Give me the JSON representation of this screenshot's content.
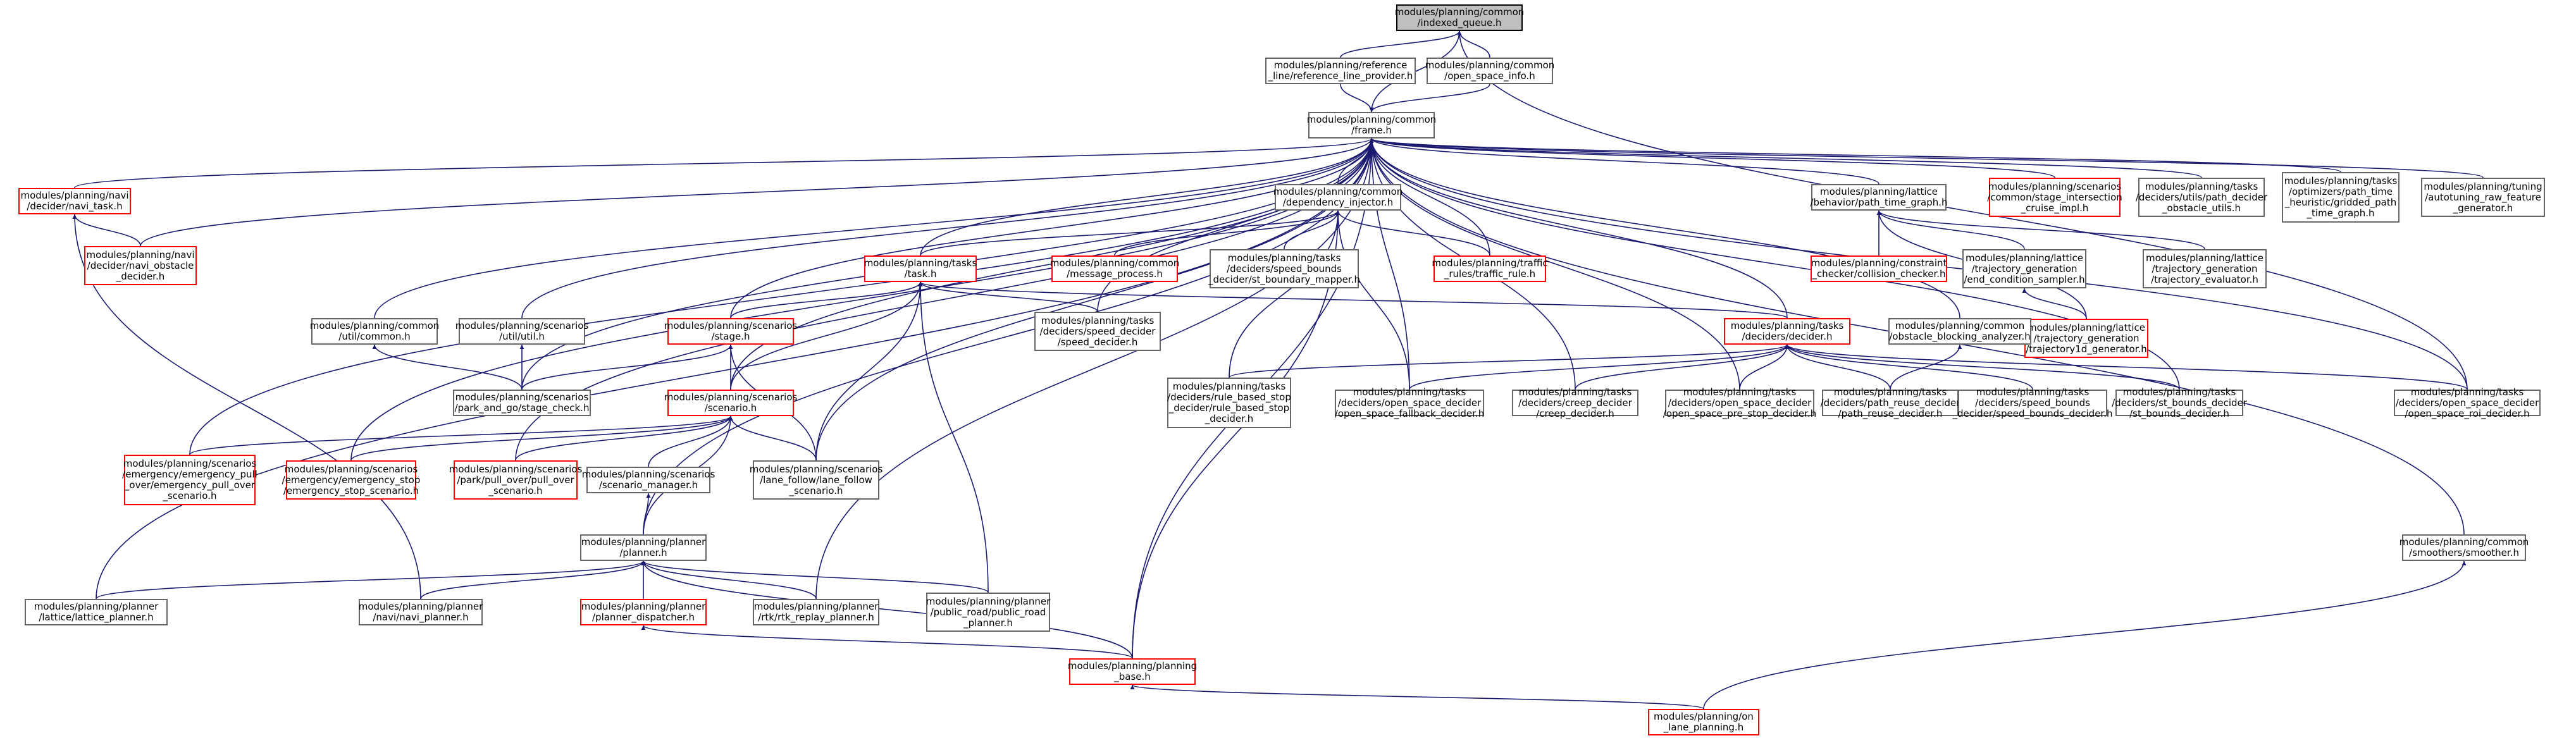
{
  "graph": {
    "edge_color": "#191970",
    "root_fill": "#bfbfbf",
    "highlight_border": "#ff0000",
    "default_border": "#666666",
    "nodes": [
      {
        "id": "indexed_queue",
        "label": "modules/planning/common\n/indexed_queue.h",
        "highlight": false,
        "root": true
      },
      {
        "id": "ref_line_provider",
        "label": "modules/planning/reference\n_line/reference_line_provider.h",
        "highlight": false
      },
      {
        "id": "open_space_info",
        "label": "modules/planning/common\n/open_space_info.h",
        "highlight": false
      },
      {
        "id": "frame",
        "label": "modules/planning/common\n/frame.h",
        "highlight": false
      },
      {
        "id": "navi_task",
        "label": "modules/planning/navi\n/decider/navi_task.h",
        "highlight": true
      },
      {
        "id": "navi_obstacle_decider",
        "label": "modules/planning/navi\n/decider/navi_obstacle\n_decider.h",
        "highlight": true
      },
      {
        "id": "dependency_injector",
        "label": "modules/planning/common\n/dependency_injector.h",
        "highlight": false
      },
      {
        "id": "path_time_graph",
        "label": "modules/planning/lattice\n/behavior/path_time_graph.h",
        "highlight": false
      },
      {
        "id": "stage_intersection_cruise",
        "label": "modules/planning/scenarios\n/common/stage_intersection\n_cruise_impl.h",
        "highlight": true
      },
      {
        "id": "path_decider_obstacle_utils",
        "label": "modules/planning/tasks\n/deciders/utils/path_decider\n_obstacle_utils.h",
        "highlight": false
      },
      {
        "id": "gridded_path_time_graph",
        "label": "modules/planning/tasks\n/optimizers/path_time\n_heuristic/gridded_path\n_time_graph.h",
        "highlight": false
      },
      {
        "id": "autotuning_raw_feature",
        "label": "modules/planning/tuning\n/autotuning_raw_feature\n_generator.h",
        "highlight": false
      },
      {
        "id": "task",
        "label": "modules/planning/tasks\n/task.h",
        "highlight": true
      },
      {
        "id": "message_process",
        "label": "modules/planning/common\n/message_process.h",
        "highlight": true
      },
      {
        "id": "st_boundary_mapper",
        "label": "modules/planning/tasks\n/deciders/speed_bounds\n_decider/st_boundary_mapper.h",
        "highlight": false
      },
      {
        "id": "traffic_rule",
        "label": "modules/planning/traffic\n_rules/traffic_rule.h",
        "highlight": true
      },
      {
        "id": "collision_checker",
        "label": "modules/planning/constraint\n_checker/collision_checker.h",
        "highlight": true
      },
      {
        "id": "end_condition_sampler",
        "label": "modules/planning/lattice\n/trajectory_generation\n/end_condition_sampler.h",
        "highlight": false
      },
      {
        "id": "trajectory_evaluator",
        "label": "modules/planning/lattice\n/trajectory_generation\n/trajectory_evaluator.h",
        "highlight": false
      },
      {
        "id": "trajectory1d_generator",
        "label": "modules/planning/lattice\n/trajectory_generation\n/trajectory1d_generator.h",
        "highlight": true
      },
      {
        "id": "common_util",
        "label": "modules/planning/common\n/util/common.h",
        "highlight": false
      },
      {
        "id": "scenarios_util",
        "label": "modules/planning/scenarios\n/util/util.h",
        "highlight": false
      },
      {
        "id": "stage",
        "label": "modules/planning/scenarios\n/stage.h",
        "highlight": true
      },
      {
        "id": "speed_decider",
        "label": "modules/planning/tasks\n/deciders/speed_decider\n/speed_decider.h",
        "highlight": false
      },
      {
        "id": "decider",
        "label": "modules/planning/tasks\n/deciders/decider.h",
        "highlight": true
      },
      {
        "id": "obstacle_blocking_analyzer",
        "label": "modules/planning/common\n/obstacle_blocking_analyzer.h",
        "highlight": false
      },
      {
        "id": "park_and_go_stage_check",
        "label": "modules/planning/scenarios\n/park_and_go/stage_check.h",
        "highlight": false
      },
      {
        "id": "scenario",
        "label": "modules/planning/scenarios\n/scenario.h",
        "highlight": true
      },
      {
        "id": "rule_based_stop_decider",
        "label": "modules/planning/tasks\n/deciders/rule_based_stop\n_decider/rule_based_stop\n_decider.h",
        "highlight": false
      },
      {
        "id": "open_space_fallback_decider",
        "label": "modules/planning/tasks\n/deciders/open_space_decider\n/open_space_fallback_decider.h",
        "highlight": false
      },
      {
        "id": "creep_decider",
        "label": "modules/planning/tasks\n/deciders/creep_decider\n/creep_decider.h",
        "highlight": false
      },
      {
        "id": "open_space_pre_stop_decider",
        "label": "modules/planning/tasks\n/deciders/open_space_decider\n/open_space_pre_stop_decider.h",
        "highlight": false
      },
      {
        "id": "path_reuse_decider",
        "label": "modules/planning/tasks\n/deciders/path_reuse_decider\n/path_reuse_decider.h",
        "highlight": false
      },
      {
        "id": "speed_bounds_decider",
        "label": "modules/planning/tasks\n/deciders/speed_bounds\n_decider/speed_bounds_decider.h",
        "highlight": false
      },
      {
        "id": "st_bounds_decider",
        "label": "modules/planning/tasks\n/deciders/st_bounds_decider\n/st_bounds_decider.h",
        "highlight": false
      },
      {
        "id": "open_space_roi_decider",
        "label": "modules/planning/tasks\n/deciders/open_space_decider\n/open_space_roi_decider.h",
        "highlight": false
      },
      {
        "id": "emergency_pull_over_scenario",
        "label": "modules/planning/scenarios\n/emergency/emergency_pull\n_over/emergency_pull_over\n_scenario.h",
        "highlight": true
      },
      {
        "id": "emergency_stop_scenario",
        "label": "modules/planning/scenarios\n/emergency/emergency_stop\n/emergency_stop_scenario.h",
        "highlight": true
      },
      {
        "id": "pull_over_scenario",
        "label": "modules/planning/scenarios\n/park/pull_over/pull_over\n_scenario.h",
        "highlight": true
      },
      {
        "id": "scenario_manager",
        "label": "modules/planning/scenarios\n/scenario_manager.h",
        "highlight": false
      },
      {
        "id": "lane_follow_scenario",
        "label": "modules/planning/scenarios\n/lane_follow/lane_follow\n_scenario.h",
        "highlight": false
      },
      {
        "id": "smoother",
        "label": "modules/planning/common\n/smoothers/smoother.h",
        "highlight": false
      },
      {
        "id": "planner",
        "label": "modules/planning/planner\n/planner.h",
        "highlight": false
      },
      {
        "id": "lattice_planner",
        "label": "modules/planning/planner\n/lattice/lattice_planner.h",
        "highlight": false
      },
      {
        "id": "navi_planner",
        "label": "modules/planning/planner\n/navi/navi_planner.h",
        "highlight": false
      },
      {
        "id": "planner_dispatcher",
        "label": "modules/planning/planner\n/planner_dispatcher.h",
        "highlight": true
      },
      {
        "id": "rtk_replay_planner",
        "label": "modules/planning/planner\n/rtk/rtk_replay_planner.h",
        "highlight": false
      },
      {
        "id": "public_road_planner",
        "label": "modules/planning/planner\n/public_road/public_road\n_planner.h",
        "highlight": false
      },
      {
        "id": "planning_base",
        "label": "modules/planning/planning\n_base.h",
        "highlight": true
      },
      {
        "id": "on_lane_planning",
        "label": "modules/planning/on\n_lane_planning.h",
        "highlight": true
      }
    ],
    "edges": [
      [
        "ref_line_provider",
        "indexed_queue"
      ],
      [
        "open_space_info",
        "indexed_queue"
      ],
      [
        "frame",
        "indexed_queue"
      ],
      [
        "open_space_roi_decider",
        "indexed_queue"
      ],
      [
        "ref_line_provider",
        "frame"
      ],
      [
        "open_space_info",
        "frame"
      ],
      [
        "navi_task",
        "frame"
      ],
      [
        "navi_obstacle_decider",
        "frame"
      ],
      [
        "dependency_injector",
        "frame"
      ],
      [
        "path_time_graph",
        "frame"
      ],
      [
        "stage_intersection_cruise",
        "frame"
      ],
      [
        "path_decider_obstacle_utils",
        "frame"
      ],
      [
        "gridded_path_time_graph",
        "frame"
      ],
      [
        "autotuning_raw_feature",
        "frame"
      ],
      [
        "task",
        "frame"
      ],
      [
        "traffic_rule",
        "frame"
      ],
      [
        "common_util",
        "frame"
      ],
      [
        "scenarios_util",
        "frame"
      ],
      [
        "stage",
        "frame"
      ],
      [
        "speed_decider",
        "frame"
      ],
      [
        "decider",
        "frame"
      ],
      [
        "obstacle_blocking_analyzer",
        "frame"
      ],
      [
        "park_and_go_stage_check",
        "frame"
      ],
      [
        "scenario",
        "frame"
      ],
      [
        "open_space_fallback_decider",
        "frame"
      ],
      [
        "creep_decider",
        "frame"
      ],
      [
        "open_space_pre_stop_decider",
        "frame"
      ],
      [
        "st_bounds_decider",
        "frame"
      ],
      [
        "open_space_roi_decider",
        "frame"
      ],
      [
        "emergency_pull_over_scenario",
        "frame"
      ],
      [
        "emergency_stop_scenario",
        "frame"
      ],
      [
        "pull_over_scenario",
        "frame"
      ],
      [
        "lane_follow_scenario",
        "frame"
      ],
      [
        "smoother",
        "frame"
      ],
      [
        "planner",
        "frame"
      ],
      [
        "lattice_planner",
        "frame"
      ],
      [
        "rtk_replay_planner",
        "frame"
      ],
      [
        "planning_base",
        "frame"
      ],
      [
        "navi_obstacle_decider",
        "navi_task"
      ],
      [
        "navi_planner",
        "navi_task"
      ],
      [
        "task",
        "dependency_injector"
      ],
      [
        "message_process",
        "dependency_injector"
      ],
      [
        "st_boundary_mapper",
        "dependency_injector"
      ],
      [
        "traffic_rule",
        "dependency_injector"
      ],
      [
        "rule_based_stop_decider",
        "dependency_injector"
      ],
      [
        "open_space_fallback_decider",
        "dependency_injector"
      ],
      [
        "planning_base",
        "dependency_injector"
      ],
      [
        "collision_checker",
        "path_time_graph"
      ],
      [
        "end_condition_sampler",
        "path_time_graph"
      ],
      [
        "trajectory_evaluator",
        "path_time_graph"
      ],
      [
        "trajectory1d_generator",
        "path_time_graph"
      ],
      [
        "trajectory1d_generator",
        "end_condition_sampler"
      ],
      [
        "stage",
        "task"
      ],
      [
        "scenario",
        "task"
      ],
      [
        "speed_decider",
        "task"
      ],
      [
        "decider",
        "task"
      ],
      [
        "lane_follow_scenario",
        "task"
      ],
      [
        "public_road_planner",
        "task"
      ],
      [
        "park_and_go_stage_check",
        "common_util"
      ],
      [
        "park_and_go_stage_check",
        "scenarios_util"
      ],
      [
        "park_and_go_stage_check",
        "stage"
      ],
      [
        "scenario",
        "stage"
      ],
      [
        "lane_follow_scenario",
        "stage"
      ],
      [
        "rule_based_stop_decider",
        "decider"
      ],
      [
        "open_space_fallback_decider",
        "decider"
      ],
      [
        "creep_decider",
        "decider"
      ],
      [
        "open_space_pre_stop_decider",
        "decider"
      ],
      [
        "path_reuse_decider",
        "decider"
      ],
      [
        "speed_bounds_decider",
        "decider"
      ],
      [
        "st_bounds_decider",
        "decider"
      ],
      [
        "open_space_roi_decider",
        "decider"
      ],
      [
        "path_reuse_decider",
        "obstacle_blocking_analyzer"
      ],
      [
        "emergency_pull_over_scenario",
        "scenario"
      ],
      [
        "emergency_stop_scenario",
        "scenario"
      ],
      [
        "pull_over_scenario",
        "scenario"
      ],
      [
        "scenario_manager",
        "scenario"
      ],
      [
        "lane_follow_scenario",
        "scenario"
      ],
      [
        "planner",
        "scenario"
      ],
      [
        "planner",
        "scenario_manager"
      ],
      [
        "on_lane_planning",
        "smoother"
      ],
      [
        "lattice_planner",
        "planner"
      ],
      [
        "navi_planner",
        "planner"
      ],
      [
        "planner_dispatcher",
        "planner"
      ],
      [
        "rtk_replay_planner",
        "planner"
      ],
      [
        "public_road_planner",
        "planner"
      ],
      [
        "planning_base",
        "planner"
      ],
      [
        "planning_base",
        "planner_dispatcher"
      ],
      [
        "on_lane_planning",
        "planning_base"
      ]
    ]
  }
}
